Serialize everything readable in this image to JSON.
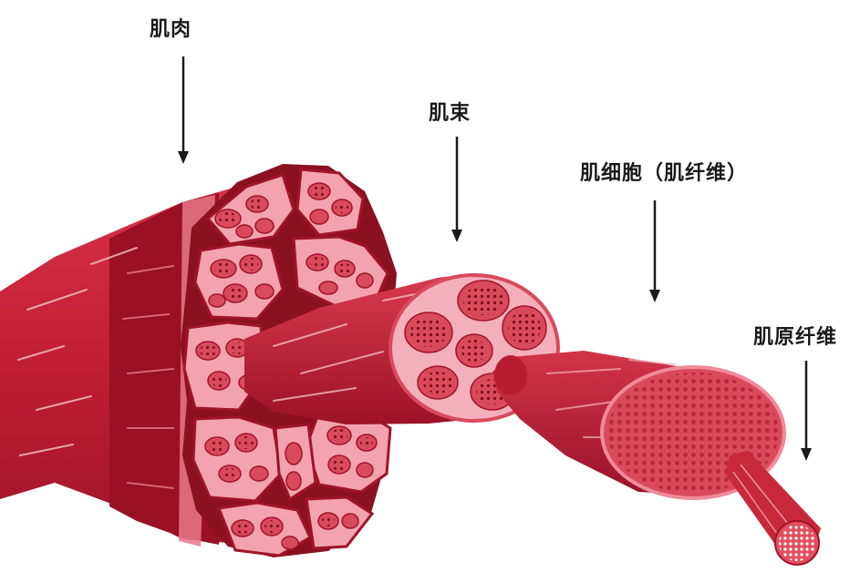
{
  "labels": {
    "muscle": "肌肉",
    "fascicle": "肌束",
    "muscle_fiber": "肌细胞（肌纤维）",
    "myofibril": "肌原纤维"
  },
  "colors": {
    "outer_muscle": "#c8283c",
    "outer_dark": "#8b1020",
    "epimysium_face": "#e8788a",
    "fascicle_fill": "#f2a3ae",
    "fiber_fill": "#d84a5c",
    "fiber_dot": "#7a0d1a",
    "arrow": "#1a1a1a",
    "background": "#ffffff"
  }
}
